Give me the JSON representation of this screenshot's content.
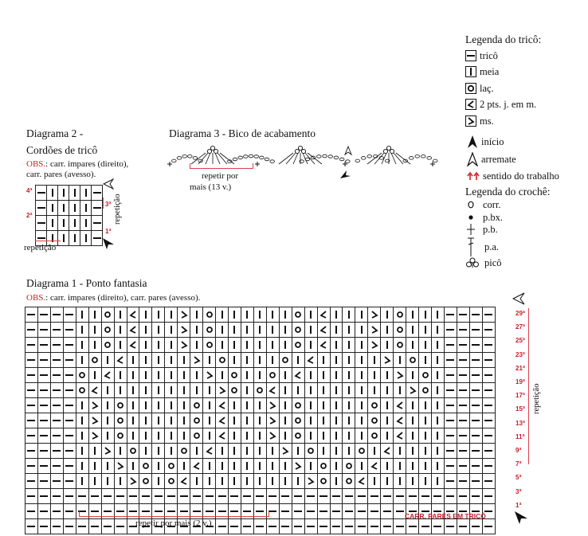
{
  "legend": {
    "knit_title": "Legenda do tricô:",
    "knit_items": [
      {
        "symbol": "trico",
        "label": "tricô"
      },
      {
        "symbol": "meia",
        "label": "meia"
      },
      {
        "symbol": "lac",
        "label": "laç."
      },
      {
        "symbol": "k2tog",
        "label": "2 pts. j. em m."
      },
      {
        "symbol": "ssk",
        "label": "ms."
      }
    ],
    "marker_items": [
      {
        "symbol": "start-arrow",
        "label": "início"
      },
      {
        "symbol": "bind-off-arrow",
        "label": "arremate"
      },
      {
        "symbol": "direction-arrows",
        "label": "sentido do trabalho"
      }
    ],
    "crochet_title": "Legenda do crochê:",
    "crochet_items": [
      {
        "symbol": "chain",
        "label": "corr."
      },
      {
        "symbol": "slip-stitch",
        "label": "p.bx."
      },
      {
        "symbol": "single-crochet",
        "label": "p.b."
      },
      {
        "symbol": "double-crochet",
        "label": "p.a."
      },
      {
        "symbol": "picot",
        "label": "picô"
      }
    ]
  },
  "diagram2": {
    "title_line1": "Diagrama 2 -",
    "title_line2": "Cordões de tricô",
    "obs_label": "OBS.",
    "obs_line1": ": carr. impares (direito),",
    "obs_line2": "carr. pares (avesso).",
    "repeat_label": "repetição",
    "row_labels_left": [
      "4ª",
      "2ª"
    ],
    "row_labels_right": [
      "3ª",
      "1ª"
    ],
    "grid": [
      "TMMMMT",
      "TMMMMT",
      "TMMMMT",
      "TMMMMT"
    ]
  },
  "diagram3": {
    "title": "Diagrama 3 - Bico de acabamento",
    "repeat_line1": "repetir por",
    "repeat_line2": "mais (13 v.)"
  },
  "diagram1": {
    "title": "Diagrama 1 - Ponto fantasia",
    "obs_label": "OBS.",
    "obs_text": ": carr. impares (direito), carr. pares (avesso).",
    "repeat_bottom": "repetir por mais (2 v.)",
    "repeat_side": "repetição",
    "even_rows_note": "CARR. PARES EM TRICÔ",
    "row_labels": [
      "29ª",
      "27ª",
      "25ª",
      "23ª",
      "21ª",
      "19ª",
      "17ª",
      "15ª",
      "13ª",
      "11ª",
      "9ª",
      "7ª",
      "5ª",
      "3ª",
      "1ª"
    ],
    "grid": [
      "TTTTMMOMKMMMSMOMMMMMMOMKMMMSMOMMMTTTT",
      "TTTTMMOMKMMMSMOMMMMMMOMKMMMSMOMMMTTTT",
      "TTTTMMOMKMMMSMOMMMMMMOMKMMMSMOMMMTTTT",
      "TTTTMOMKMMMMMSMOMMMMOMKMMMMMSMOMMTTTT",
      "TTTTOMKMMMMMMMSMOMMOMKMMMMMMMSMOMTTTT",
      "TTTTOKMMMMMMMMMSOMOKMMMMMMMMMMSOMTTTT",
      "TTTTMSMOMMMMMOMKMMMSMOMMMMMOMKMMMTTTT",
      "TTTTMSMOMMMMMOMKMMMSMOMMMMMOMKMMMTTTT",
      "TTTTMSMOMMMMMOMKMMMSMOMMMMMOMKMMMTTTT",
      "TTTTMMSMOMMMOMKMMMMMSMOMMMOMKMMMMTTTT",
      "TTTTMMMSMOMOMKMMMMMMMSMOMOMKMMMMMTTTT",
      "TTTTMMMMSOMOKMMMMMMMMMSOMOKMMMMMMTTTT",
      "TTTTTTTTTTTTTTTTTTTTTTTTTTTTTTTTTTTTT",
      "TTTTTTTTTTTTTTTTTTTTTTTTTTTTTTTTTTTTT",
      "TTTTTTTTTTTTTTTTTTTTTTTTTTTTTTTTTTTTT"
    ]
  }
}
